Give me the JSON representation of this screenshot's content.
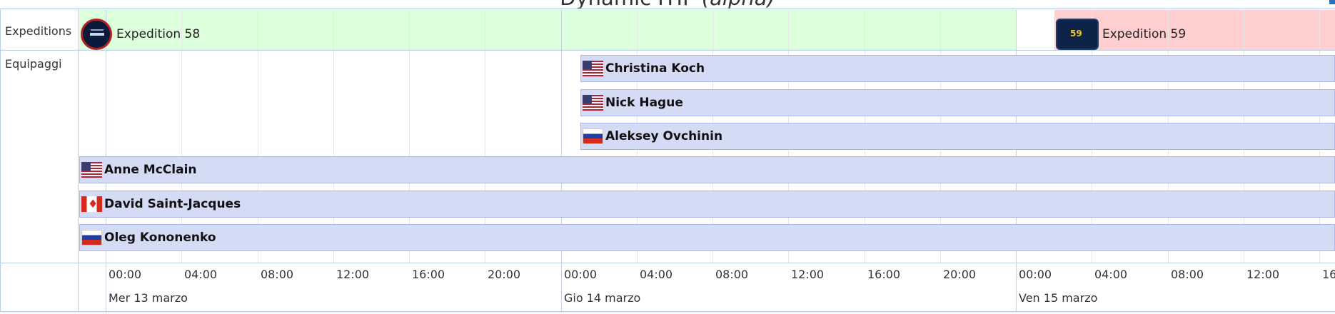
{
  "page": {
    "title": "Dynamic ITIP",
    "title_suffix": "(alpha)"
  },
  "rows": {
    "expeditions": "Expeditions",
    "crew": "Equipaggi"
  },
  "expeditions": [
    {
      "name": "Expedition 58",
      "patch": "expedition-58-patch",
      "color": "#dcffdc"
    },
    {
      "name": "Expedition 59",
      "patch": "expedition-59-patch",
      "color": "#ffcfcf"
    }
  ],
  "crew": [
    {
      "name": "Christina Koch",
      "flag": "us-flag"
    },
    {
      "name": "Nick Hague",
      "flag": "us-flag"
    },
    {
      "name": "Aleksey Ovchinin",
      "flag": "russia-flag"
    },
    {
      "name": "Anne McClain",
      "flag": "us-flag"
    },
    {
      "name": "David Saint-Jacques",
      "flag": "canada-flag"
    },
    {
      "name": "Oleg Kononenko",
      "flag": "russia-flag"
    }
  ],
  "axis": {
    "ticks": [
      "00:00",
      "04:00",
      "08:00",
      "12:00",
      "16:00",
      "20:00",
      "00:00",
      "04:00",
      "08:00",
      "12:00",
      "16:00",
      "20:00",
      "00:00",
      "04:00",
      "08:00",
      "12:00",
      "16"
    ],
    "days": [
      "Mer 13 marzo",
      "Gio 14 marzo",
      "Ven 15 marzo"
    ]
  },
  "colors": {
    "crew_bar": "#d4dbf5",
    "border": "#b9cfe6"
  }
}
